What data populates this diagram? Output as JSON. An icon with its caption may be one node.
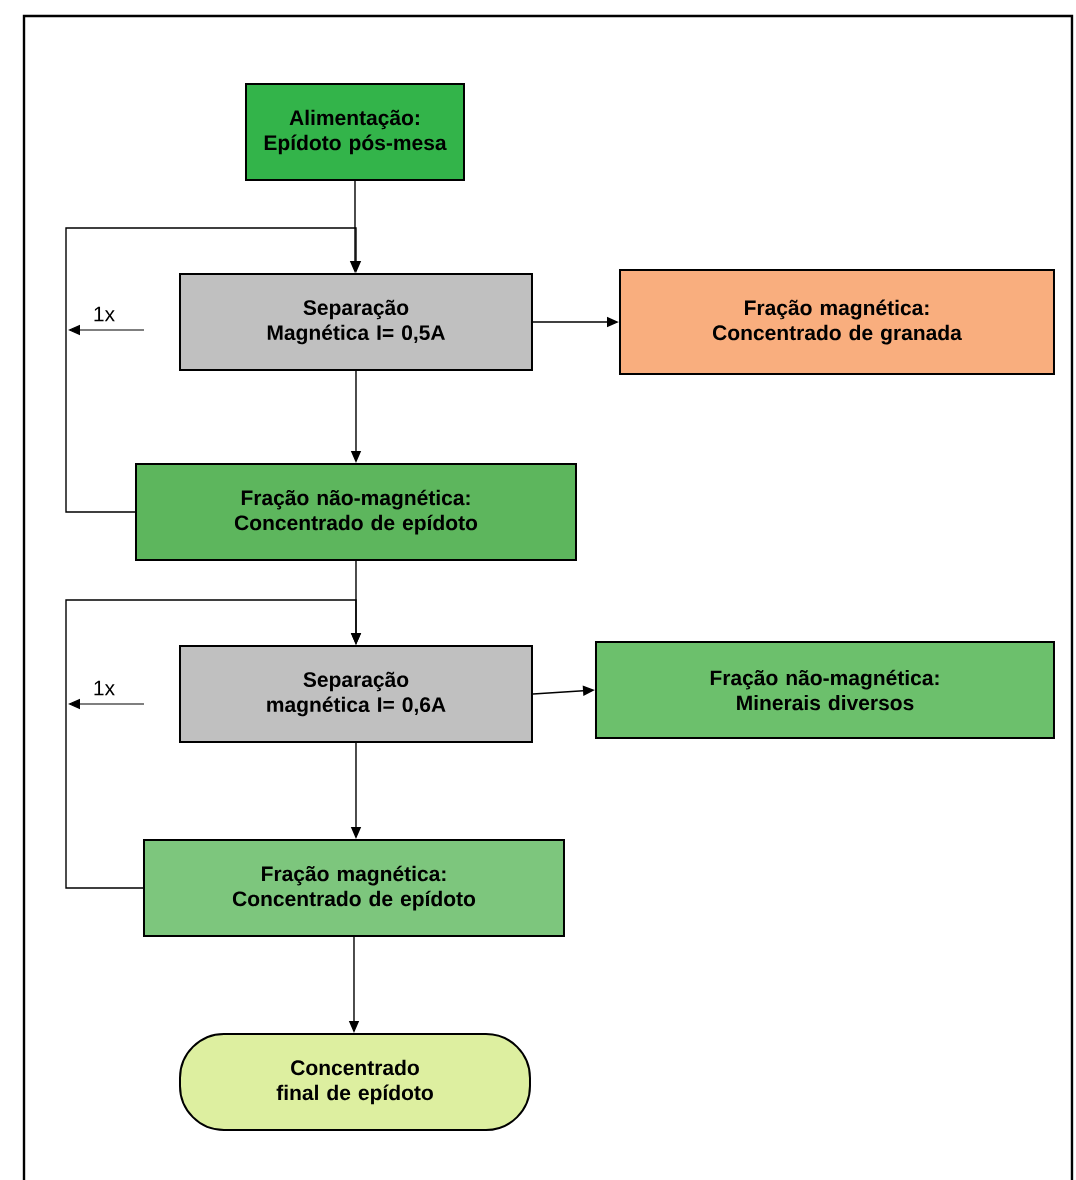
{
  "diagram": {
    "nodes": [
      {
        "text": [
          "Alimentação: Epídoto pós-mesa"
        ]
      },
      {
        "text": [
          "Separação Magnética I= 0,5A"
        ]
      },
      {
        "text": [
          "Fração magnética: Concentrado de granada"
        ]
      },
      {
        "text": [
          "Fração não-magnética: Concentrado de epídoto"
        ]
      },
      {
        "text": [
          "Separação magnética I= 0,6A"
        ]
      },
      {
        "text": [
          "Fração não-magnética: Minerais diversos"
        ]
      },
      {
        "text": [
          "Fração magnética: Concentrado de epídoto"
        ]
      },
      {
        "text": [
          "Concentrado final de epídoto"
        ]
      }
    ],
    "edges": [
      {
        "from": 0,
        "to": 1,
        "arrow": "to"
      },
      {
        "from": 1,
        "to": 2,
        "arrow": "to"
      },
      {
        "from": 1,
        "to": 3,
        "arrow": "to"
      },
      {
        "from": 3,
        "to": 1,
        "arrow": "to"
      },
      {
        "from": 3,
        "to": 4,
        "arrow": "to"
      },
      {
        "from": 4,
        "to": 5,
        "arrow": "to"
      },
      {
        "from": 4,
        "to": 6,
        "arrow": "to"
      },
      {
        "from": 6,
        "to": 4,
        "arrow": "to"
      },
      {
        "from": 6,
        "to": 7,
        "arrow": "to"
      }
    ],
    "labels": [
      "1x",
      "1x"
    ]
  }
}
